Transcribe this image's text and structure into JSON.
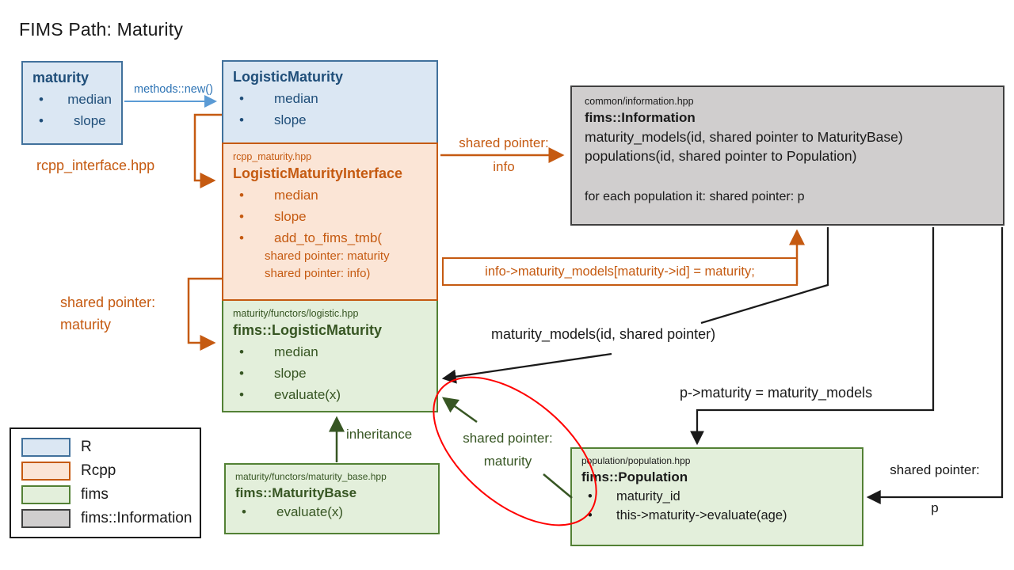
{
  "title": "FIMS Path: Maturity",
  "colors": {
    "r_fill": "#dbe7f3",
    "r_border": "#41719c",
    "r_text": "#1f4e79",
    "r_arrow": "#5b9bd5",
    "rcpp_fill": "#fbe5d6",
    "rcpp_accent": "#c55a11",
    "fims_fill": "#e3efdb",
    "fims_border": "#538135",
    "fims_text": "#375623",
    "info_fill": "#d0cece",
    "info_border": "#404040",
    "black": "#1a1a1a",
    "highlight_red": "#ff0000"
  },
  "boxes": {
    "maturity_r": {
      "title": "maturity",
      "bullets": [
        "median",
        "slope"
      ]
    },
    "logistic_r": {
      "title": "LogisticMaturity",
      "bullets": [
        "median",
        "slope"
      ]
    },
    "interface": {
      "file": "rcpp_maturity.hpp",
      "title": "LogisticMaturityInterface",
      "bullets": [
        "median",
        "slope",
        "add_to_fims_tmb("
      ],
      "sub_bullets": [
        "shared pointer: maturity",
        "shared pointer: info)"
      ]
    },
    "fims_logistic": {
      "file": "maturity/functors/logistic.hpp",
      "title": "fims::LogisticMaturity",
      "bullets": [
        "median",
        "slope",
        "evaluate(x)"
      ]
    },
    "information": {
      "file": "common/information.hpp",
      "title": "fims::Information",
      "lines": [
        "maturity_models(id, shared pointer to MaturityBase)",
        "populations(id, shared pointer to  Population)"
      ],
      "footer": "for each population it: shared pointer: p"
    },
    "maturity_base": {
      "file": "maturity/functors/maturity_base.hpp",
      "title": "fims::MaturityBase",
      "bullets": [
        "evaluate(x)"
      ]
    },
    "population": {
      "file": "population/population.hpp",
      "title": "fims::Population",
      "bullets": [
        "maturity_id",
        "this->maturity->evaluate(age)"
      ]
    }
  },
  "labels": {
    "methods_new": "methods::new()",
    "rcpp_interface_file": "rcpp_interface.hpp",
    "shared_pointer_info_line1": "shared pointer:",
    "shared_pointer_info_line2": "info",
    "shared_pointer_maturity_line1": "shared pointer:",
    "shared_pointer_maturity_line2": "maturity",
    "assign_statement": "info->maturity_models[maturity->id]  = maturity;",
    "maturity_models_call": "maturity_models(id, shared pointer)",
    "p_maturity_assign": "p->maturity = maturity_models",
    "inheritance": "inheritance",
    "shared_pointer_maturity_green_line1": "shared pointer:",
    "shared_pointer_maturity_green_line2": "maturity",
    "shared_pointer_p_line1": "shared pointer:",
    "shared_pointer_p_line2": "p"
  },
  "legend": {
    "items": [
      {
        "label": "R"
      },
      {
        "label": "Rcpp"
      },
      {
        "label": "fims"
      },
      {
        "label": "fims::Information"
      }
    ]
  }
}
